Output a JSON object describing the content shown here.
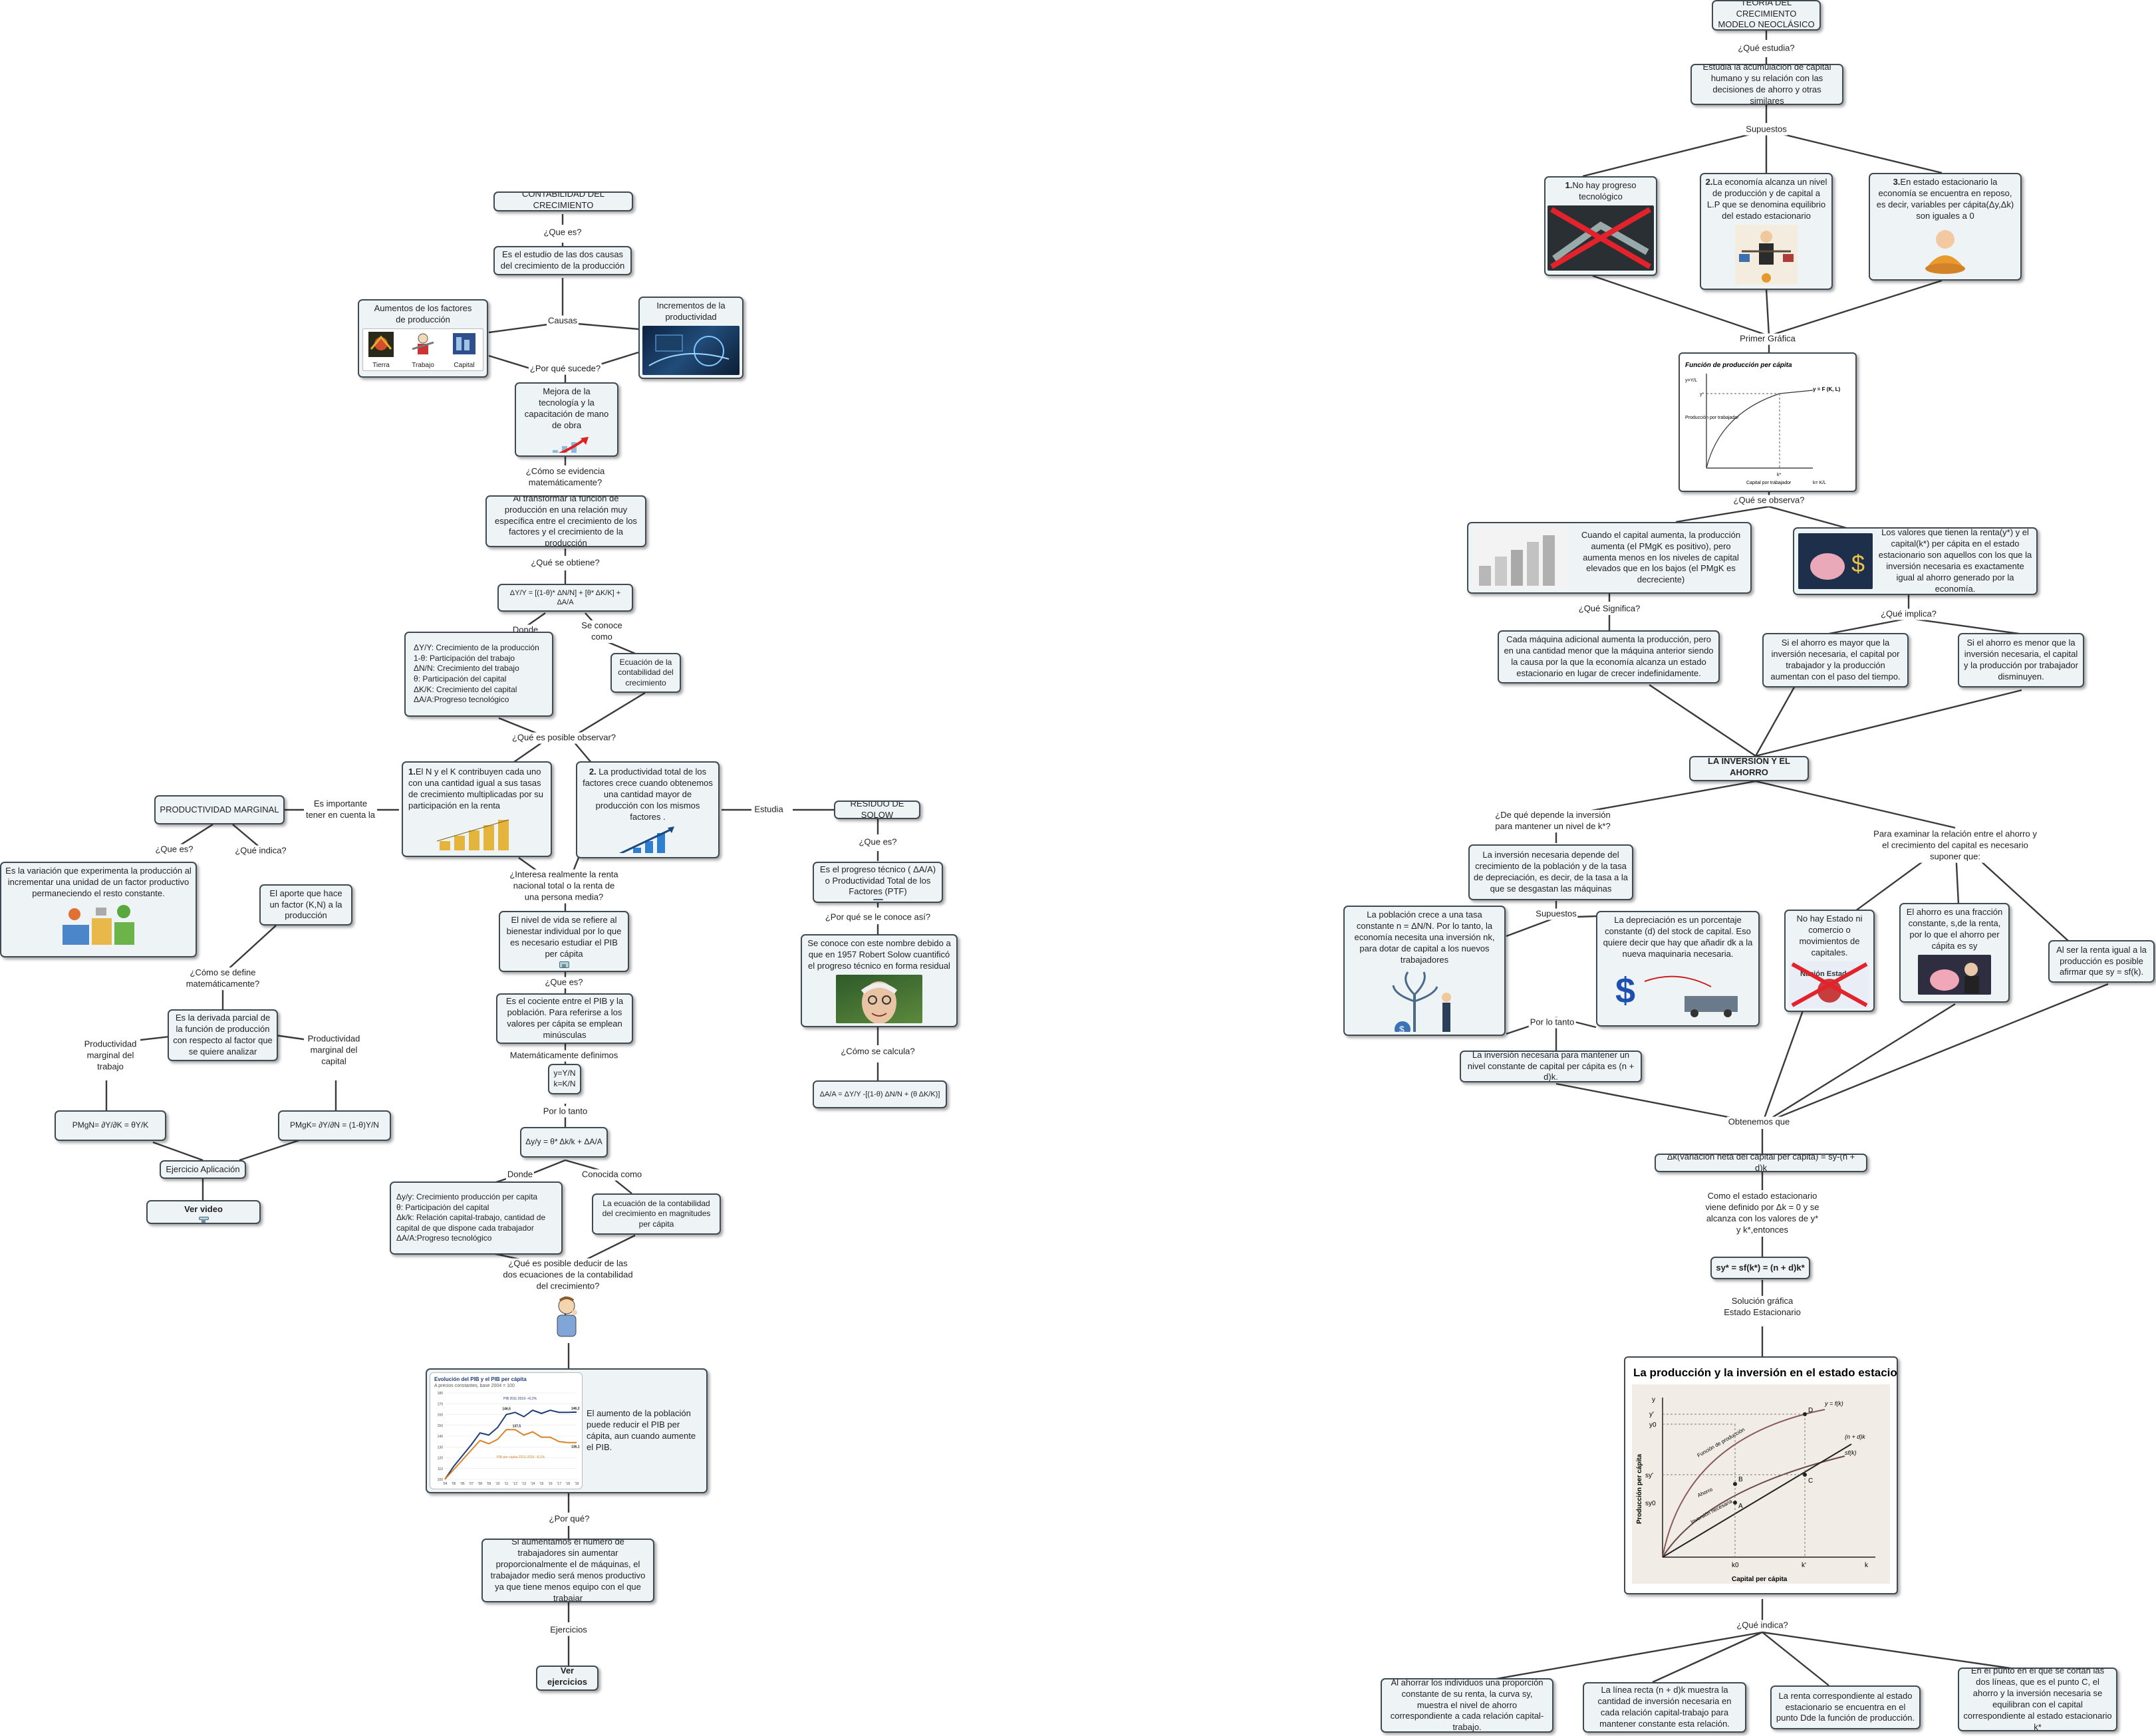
{
  "left_map": {
    "root": "CONTABILIDAD DEL CRECIMIENTO",
    "q_que_es": "¿Que es?",
    "definition": "Es el estudio de las dos causas del crecimiento de la producción",
    "causas": "Causas",
    "factores": {
      "title": "Aumentos de los factores de producción",
      "items": [
        "Tierra",
        "Trabajo",
        "Capital"
      ]
    },
    "productividad": "Incrementos de la productividad",
    "q_por_que_sucede": "¿Por qué sucede?",
    "mejora": "Mejora de la tecnología y la capacitación de mano de obra",
    "q_como_evidencia": "¿Cómo se evidencia matemáticamente?",
    "transformar": "Al transformar la función de producción en una relación muy específica entre el crecimiento de los factores y el crecimiento de la producción",
    "q_que_obtiene": "¿Qué se obtiene?",
    "formula1": "ΔY/Y = [(1-θ)* ΔN/N] + [θ* ΔK/K] + ΔA/A",
    "donde": "Donde",
    "se_conoce_como": "Se conoce como",
    "variables1": [
      "ΔY/Y: Crecimiento de la producción",
      "1-θ: Participación del trabajo",
      "ΔN/N: Crecimiento del trabajo",
      "θ: Participación del capital",
      "ΔK/K: Crecimiento del capital",
      "ΔA/A:Progreso tecnológico"
    ],
    "ecuacion": "Ecuación de la contabilidad del crecimiento",
    "q_observar": "¿Qué es posible observar?",
    "obs1_num": "1.",
    "obs1": "El N y el K contribuyen cada uno con una cantidad igual a sus tasas de crecimiento multiplicadas por su participación en la renta",
    "obs2_num": "2.",
    "obs2": "La productividad total de los factores crece cuando obtenemos una cantidad mayor de producción con los mismos factores .",
    "es_importante": "Es importante tener en cuenta la",
    "pmg_title": "PRODUCTIVIDAD MARGINAL",
    "q_que_es2": "¿Que es?",
    "q_que_indica": "¿Qué indica?",
    "pmg_def": "Es la variación que experimenta la producción al incrementar una unidad de un factor productivo permaneciendo el resto constante.",
    "aporte": "El aporte que hace un factor (K,N) a la producción",
    "q_como_define": "¿Cómo se define matemáticamente?",
    "derivada": "Es la derivada parcial de la función de producción con respecto al factor que se quiere analizar",
    "pm_trabajo": "Productividad marginal del trabajo",
    "pm_capital": "Productividad marginal del capital",
    "pmgn": "PMgN= ∂Y/∂K = θY/K",
    "pmgk": "PMgK= ∂Y/∂N = (1-θ)Y/N",
    "ejercicio": "Ejercicio Aplicación",
    "ver_video": "Ver video",
    "q_interesa": "¿Interesa realmente la renta nacional total o la renta de una persona media?",
    "nivel_vida": "El nivel de vida se refiere al bienestar individual por lo que es necesario estudiar el PIB per cápita",
    "q_que_es3": "¿Que es?",
    "cociente": "Es el cociente entre el PIB y la población. Para referirse a los valores per cápita se emplean minúsculas",
    "mat_definimos": "Matemáticamente definimos",
    "yk": [
      "y=Y/N",
      "k=K/N"
    ],
    "por_lo_tanto": "Por lo tanto",
    "formula2": "Δy/y = θ* Δk/k + ΔA/A",
    "donde2": "Donde",
    "conocida_como": "Conocida como",
    "variables2": [
      "Δy/y: Crecimiento producción per capita",
      "θ: Participación del capital",
      "Δk/k: Relación capital-trabajo, cantidad de capital de que dispone cada trabajador",
      "ΔA/A:Progreso tecnológico"
    ],
    "ecuacion_pc": "La ecuación de la contabilidad del crecimiento en magnitudes per cápita",
    "q_deducir": "¿Qué es posible deducir de las dos ecuaciones de la contabilidad del crecimiento?",
    "poblacion": "El aumento de la población puede reducir el PIB per cápita, aun cuando aumente el PIB.",
    "q_por_que": "¿Por qué?",
    "si_aumentamos": "Si aumentamos el número de trabajadores sin aumentar proporcionalmente el de máquinas, el trabajador medio será menos productivo ya que tiene menos equipo con el que trabajar",
    "ejercicios": "Ejercicios",
    "ver_ejercicios": "Ver ejercicios",
    "estudia": "Estudia",
    "residuo": "RESIDUO DE SOLOW",
    "q_que_es4": "¿Que es?",
    "progreso_tec": "Es el progreso técnico ( ΔA/A) o Productividad Total de los Factores (PTF)",
    "q_por_que_asi": "¿Por qué se le conoce así?",
    "solow_text": "Se conoce con este nombre debido a que en 1957 Robert Solow cuantificó el progreso técnico en forma residual",
    "q_como_calcula": "¿Cómo se calcula?",
    "formula3": "ΔA/A = ΔY/Y -[(1-θ) ΔN/N + (θ ΔK/K)]"
  },
  "pib_chart": {
    "title": "Evolución del PIB y el PIB per cápita",
    "subtitle": "A precios constantes, base 2004 = 100",
    "chart_data": {
      "type": "line",
      "x": [
        "'04",
        "'05",
        "'06",
        "'07",
        "'08",
        "'09",
        "'10",
        "'11",
        "'12",
        "'13",
        "'14",
        "'15",
        "'16",
        "'17",
        "'18",
        "'19"
      ],
      "ylim": [
        100,
        180
      ],
      "yticks": [
        100,
        110,
        120,
        130,
        140,
        150,
        160,
        170,
        180
      ],
      "series": [
        {
          "name": "PIB 2011-2019: +0,2%",
          "values": [
            100,
            112,
            122,
            132,
            143,
            141,
            148,
            160,
            162,
            158,
            164,
            161,
            164,
            162,
            162,
            162.2
          ]
        },
        {
          "name": "PIB per cápita 2011-2019: -8,1%",
          "values": [
            100,
            109,
            118,
            127,
            136,
            133,
            137,
            146,
            146,
            141,
            144,
            139,
            139,
            135,
            134,
            134.1
          ]
        }
      ],
      "annotations": [
        "146,5",
        "137,5",
        "146,2",
        "136,1"
      ],
      "colors": {
        "pib": "#1f3c7a",
        "pib_pc": "#d9822b"
      }
    }
  },
  "right_map": {
    "root": "TEORIA DEL CRECIMIENTO MODELO NEOCLÁSICO",
    "q_estudia": "¿Qué estudia?",
    "estudia": "Estudia la acumulación de capital humano y su relación con las decisiones de ahorro y otras similares",
    "supuestos": "Supuestos",
    "sup1_num": "1.",
    "sup1": "No hay progreso tecnológico",
    "sup2_num": "2.",
    "sup2": "La economía alcanza un nivel de producción y de capital a L.P que se denomina equilibrio del estado estacionario",
    "sup3_num": "3.",
    "sup3": "En estado estacionario la economía se encuentra en reposo, es decir, variables per cápita(Δy,Δk) son iguales a 0",
    "primer_grafica": "Primer Gráfica",
    "fp_chart": {
      "title": "Función de producción per cápita",
      "y_label": "Producción por trabajador",
      "x_label": "Capital por trabajador",
      "y_tick": "y=Y/L",
      "y_star": "y*",
      "k_star": "k*",
      "x_tick": "k= K/L",
      "curve_label": "y = F (K, L)"
    },
    "q_observa": "¿Qué se observa?",
    "obs_capital": "Cuando el capital aumenta, la producción aumenta (el PMgK es positivo), pero aumenta menos en los niveles de capital elevados que en los bajos (el PMgK es decreciente)",
    "obs_valores": "Los valores que tienen la renta(y*) y el capital(k*) per cápita en el estado estacionario son aquellos con los que la inversión necesaria es exactamente igual al ahorro generado por la economía.",
    "q_significa": "¿Qué Significa?",
    "significa": "Cada máquina adicional aumenta la producción, pero en una cantidad menor que la máquina anterior siendo la causa por la que la economía alcanza un estado estacionario en lugar de crecer indefinidamente.",
    "q_implica": "¿Qué implica?",
    "ahorro_mayor": "Si el ahorro es mayor que la inversión necesaria, el capital por trabajador y la producción aumentan con el paso del tiempo.",
    "ahorro_menor": "Si el ahorro es menor que la inversión necesaria, el capital y la producción por trabajador disminuyen.",
    "inv_ahorro": "LA INVERSIÓN Y EL AHORRO",
    "q_depende": "¿De qué depende la inversión para mantener un nivel de k*?",
    "para_examinar": "Para examinar la relación entre el ahorro y el crecimiento del capital es necesario suponer que:",
    "inv_necesaria": "La inversión necesaria depende del crecimiento de la población y de la tasa de depreciación, es decir, de la tasa a la que se desgastan las máquinas",
    "supuestos2": "Supuestos",
    "poblacion": "La población crece a una tasa constante n = ΔN/N. Por lo tanto, la economía necesita una inversión nk, para dotar de capital a los nuevos trabajadores",
    "depreciacion": "La depreciación es un porcentaje constante (d) del stock de capital. Eso quiere decir que hay que añadir dk a la nueva maquinaria necesaria.",
    "por_lo_tanto": "Por lo tanto",
    "inv_nk": "La inversión necesaria para mantener un nivel constante de capital per cápita es (n + d)k.",
    "no_estado": "No hay Estado ni comercio o movimientos de capitales.",
    "img_nacion": "Nación Estado",
    "ahorro_fraccion": "El ahorro es una fracción constante, s,de la renta, por lo que el ahorro per cápita es sy",
    "renta_igual": "Al ser la renta igual a la producción es posible afirmar que sy = sf(k).",
    "obtenemos": "Obtenemos que",
    "delta_k": "Δk(variación neta del capital per cápita) = sy-(n + d)k",
    "como_estado": "Como el estado estacionario viene definido por Δk = 0 y se alcanza con los valores de y* y k*,entonces",
    "sy_formula": "sy* = sf(k*) = (n + d)k*",
    "solucion": "Solución gráfica Estado Estacionario",
    "ee_chart": {
      "title": "La producción y la inversión en el estado estacionario",
      "y_axis": "Producción per cápita",
      "x_axis": "Capital per cápita",
      "curves": [
        "y = f(k)",
        "(n + d)k",
        "sf(k)"
      ],
      "points": [
        "D",
        "C",
        "B",
        "A"
      ],
      "y_ticks": [
        "y",
        "y'",
        "y0",
        "sy'",
        "sy0"
      ],
      "x_ticks": [
        "k0",
        "k'",
        "k"
      ],
      "inner_labels": [
        "Función de producción",
        "Ahorro",
        "Inversión necesaria"
      ]
    },
    "q_indica": "¿Qué indica?",
    "ind1": "Al ahorrar los individuos una proporción constante de su renta, la curva sy, muestra el nivel de ahorro correspondiente a cada relación capital-trabajo.",
    "ind2": "La línea recta (n + d)k muestra la cantidad de inversión necesaria en cada relación capital-trabajo para mantener constante esta relación.",
    "ind3": "La renta correspondiente al estado estacionario se encuentra en el punto Dde la función de producción.",
    "ind4": "En el punto en el que se cortan las dos líneas, que es el punto C, el ahorro y la inversión necesaria se equilibran con el capital correspondiente al estado estacionario k*"
  }
}
